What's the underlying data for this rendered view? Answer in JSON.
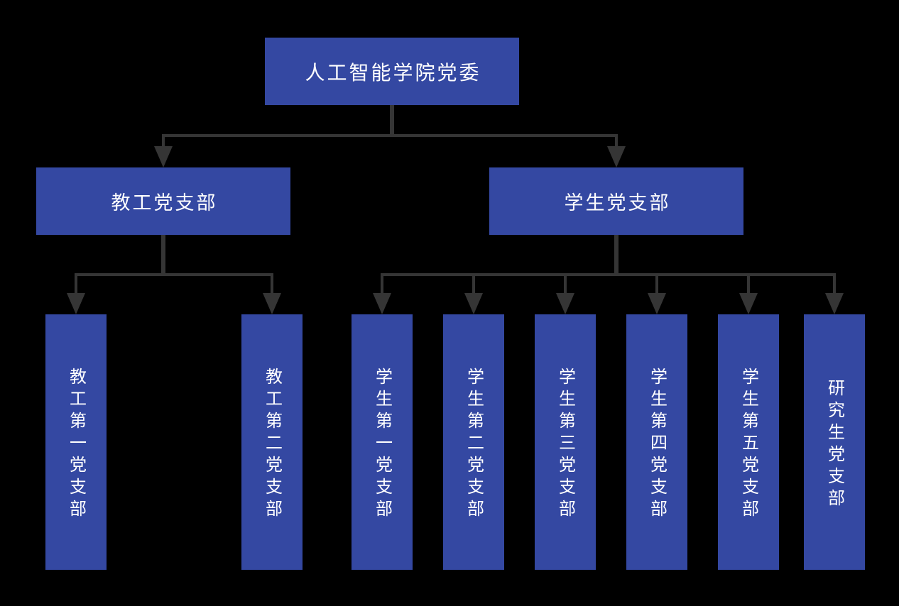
{
  "org_chart": {
    "root": {
      "label": "人工智能学院党委"
    },
    "branches": [
      {
        "label": "教工党支部",
        "children": [
          {
            "label": "教工第一党支部"
          },
          {
            "label": "教工第二党支部"
          }
        ]
      },
      {
        "label": "学生党支部",
        "children": [
          {
            "label": "学生第一党支部"
          },
          {
            "label": "学生第二党支部"
          },
          {
            "label": "学生第三党支部"
          },
          {
            "label": "学生第四党支部"
          },
          {
            "label": "学生第五党支部"
          },
          {
            "label": "研究生党支部"
          }
        ]
      }
    ],
    "colors": {
      "node_fill": "#3448a2",
      "node_text": "#ffffff",
      "connector": "#353535",
      "background": "#000000"
    }
  }
}
